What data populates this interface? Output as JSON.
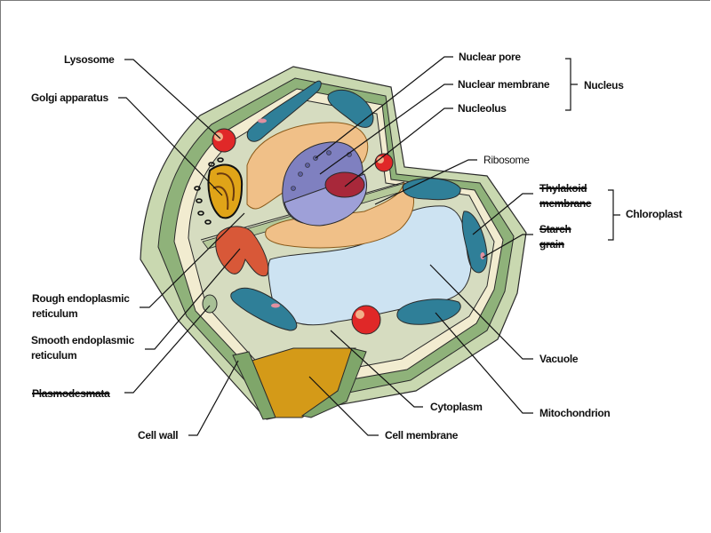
{
  "diagram": {
    "title": "Plant cell diagram",
    "colors": {
      "cell_wall_outer": "#c9d8b0",
      "cell_wall_mid": "#8fb27a",
      "cell_membrane": "#f2ecd0",
      "cytoplasm": "#d6dcc0",
      "vacuole": "#cde3f2",
      "nucleus": "#7f80c0",
      "nucleolus": "#a8283a",
      "er_rough": "#f0c088",
      "chloroplast": "#2f7f98",
      "lysosome": "#e02828",
      "golgi": "#e0a418",
      "smooth_er": "#d85838",
      "cut_face": "#d49a18"
    },
    "labels": {
      "lysosome": "Lysosome",
      "golgi_apparatus": "Golgi apparatus",
      "nuclear_pore": "Nuclear pore",
      "nuclear_membrane": "Nuclear membrane",
      "nucleolus": "Nucleolus",
      "nucleus_group": "Nucleus",
      "ribosome": "Ribosome",
      "thylakoid_membrane": "Thylakoid membrane",
      "starch_grain": "Starch grain",
      "chloroplast_group": "Chloroplast",
      "rough_er": "Rough endoplasmic reticulum",
      "smooth_er": "Smooth endoplasmic reticulum",
      "plasmodesmata": "Plasmodesmata",
      "cell_wall": "Cell wall",
      "cell_membrane": "Cell membrane",
      "cytoplasm": "Cytoplasm",
      "vacuole": "Vacuole",
      "mitochondrion": "Mitochondrion"
    },
    "struck_out": [
      "thylakoid_membrane",
      "starch_grain",
      "plasmodesmata"
    ]
  }
}
